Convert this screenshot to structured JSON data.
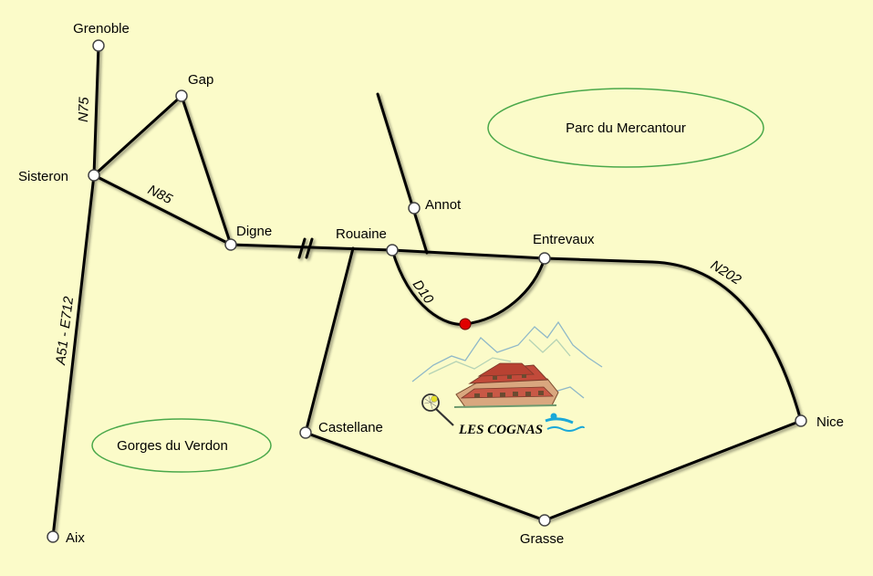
{
  "towns": {
    "grenoble": "Grenoble",
    "gap": "Gap",
    "sisteron": "Sisteron",
    "digne": "Digne",
    "rouaine": "Rouaine",
    "annot": "Annot",
    "entrevaux": "Entrevaux",
    "castellane": "Castellane",
    "nice": "Nice",
    "grasse": "Grasse",
    "aix": "Aix"
  },
  "roads": {
    "n75": "N75",
    "n85": "N85",
    "a51": "A51 - E712",
    "d10": "D10",
    "n202": "N202"
  },
  "parks": {
    "mercantour": "Parc du Mercantour",
    "verdon": "Gorges du Verdon"
  },
  "logo": {
    "text": "LES COGNAS"
  },
  "colors": {
    "background": "#fbfbc9",
    "road": "#000000",
    "park_outline": "#4aa84a",
    "destination_marker": "#e00000"
  },
  "icons": [
    "tennis-racket-icon",
    "swimmer-icon",
    "mountains-icon",
    "building-icon"
  ]
}
